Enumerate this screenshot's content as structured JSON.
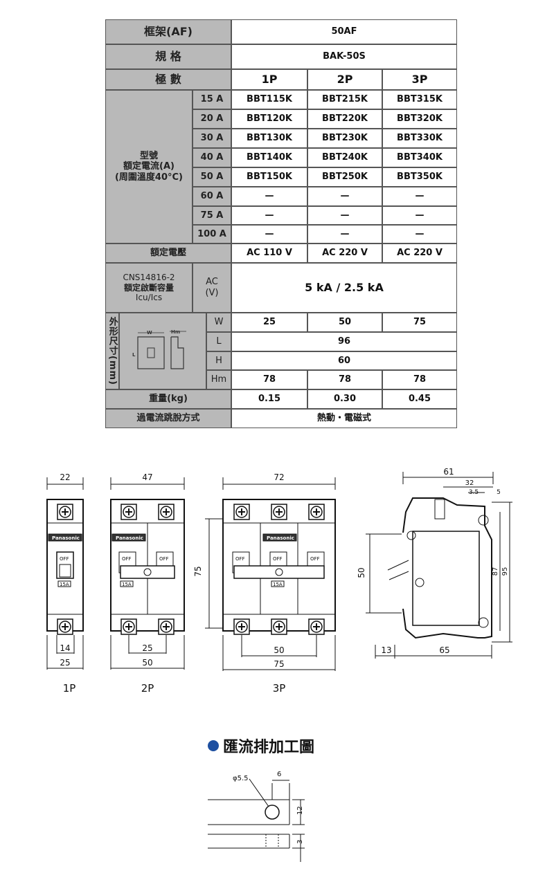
{
  "table": {
    "frame_label": "框架(AF)",
    "frame_value": "50AF",
    "spec_label": "規 格",
    "spec_value": "BAK-50S",
    "poles_label": "極 數",
    "poles": [
      "1P",
      "2P",
      "3P"
    ],
    "model_label": [
      "型號",
      "額定電流(A)",
      "(周圍溫度40°C)"
    ],
    "rows": [
      {
        "current": "15 A",
        "models": [
          "BBT115K",
          "BBT215K",
          "BBT315K"
        ]
      },
      {
        "current": "20 A",
        "models": [
          "BBT120K",
          "BBT220K",
          "BBT320K"
        ]
      },
      {
        "current": "30 A",
        "models": [
          "BBT130K",
          "BBT230K",
          "BBT330K"
        ]
      },
      {
        "current": "40 A",
        "models": [
          "BBT140K",
          "BBT240K",
          "BBT340K"
        ]
      },
      {
        "current": "50 A",
        "models": [
          "BBT150K",
          "BBT250K",
          "BBT350K"
        ]
      },
      {
        "current": "60 A",
        "models": [
          "—",
          "—",
          "—"
        ]
      },
      {
        "current": "75 A",
        "models": [
          "—",
          "—",
          "—"
        ]
      },
      {
        "current": "100 A",
        "models": [
          "—",
          "—",
          "—"
        ]
      }
    ],
    "voltage_label": "額定電壓",
    "voltages": [
      "AC 110 V",
      "AC 220 V",
      "AC 220 V"
    ],
    "breaking_label": [
      "CNS14816-2",
      "額定啟斷容量",
      "Icu/Ics"
    ],
    "breaking_unit": [
      "AC",
      "(V)"
    ],
    "breaking_value": "5 kA / 2.5 kA",
    "dim_label": "外形尺寸(mm)",
    "dim_w_label": "W",
    "dim_w": [
      "25",
      "50",
      "75"
    ],
    "dim_l_label": "L",
    "dim_l": "96",
    "dim_h_label": "H",
    "dim_h": "60",
    "dim_hm_label": "Hm",
    "dim_hm": [
      "78",
      "78",
      "78"
    ],
    "weight_label": "重量(kg)",
    "weights": [
      "0.15",
      "0.30",
      "0.45"
    ],
    "trip_label": "過電流跳脫方式",
    "trip_value": "熱動・電磁式"
  },
  "drawings": {
    "labels": [
      "1P",
      "2P",
      "3P"
    ],
    "dims_1p": {
      "top": "22",
      "inner": "14",
      "outer": "25"
    },
    "dims_2p": {
      "top": "47",
      "inner": "25",
      "outer": "50"
    },
    "dims_3p": {
      "top": "72",
      "inner": "50",
      "outer": "75",
      "height": "75"
    },
    "dims_side": {
      "top": "61",
      "d32": "32",
      "d35": "3.5",
      "d5": "5",
      "d50": "50",
      "d87": "87",
      "d95": "95",
      "d13": "13",
      "d65": "65"
    },
    "brand": "Panasonic",
    "off": "OFF",
    "rating": "15A",
    "busbar_title": "匯流排加工圖",
    "busbar": {
      "hole": "φ5.5",
      "d6": "6",
      "d12": "12",
      "d3": "3"
    }
  }
}
